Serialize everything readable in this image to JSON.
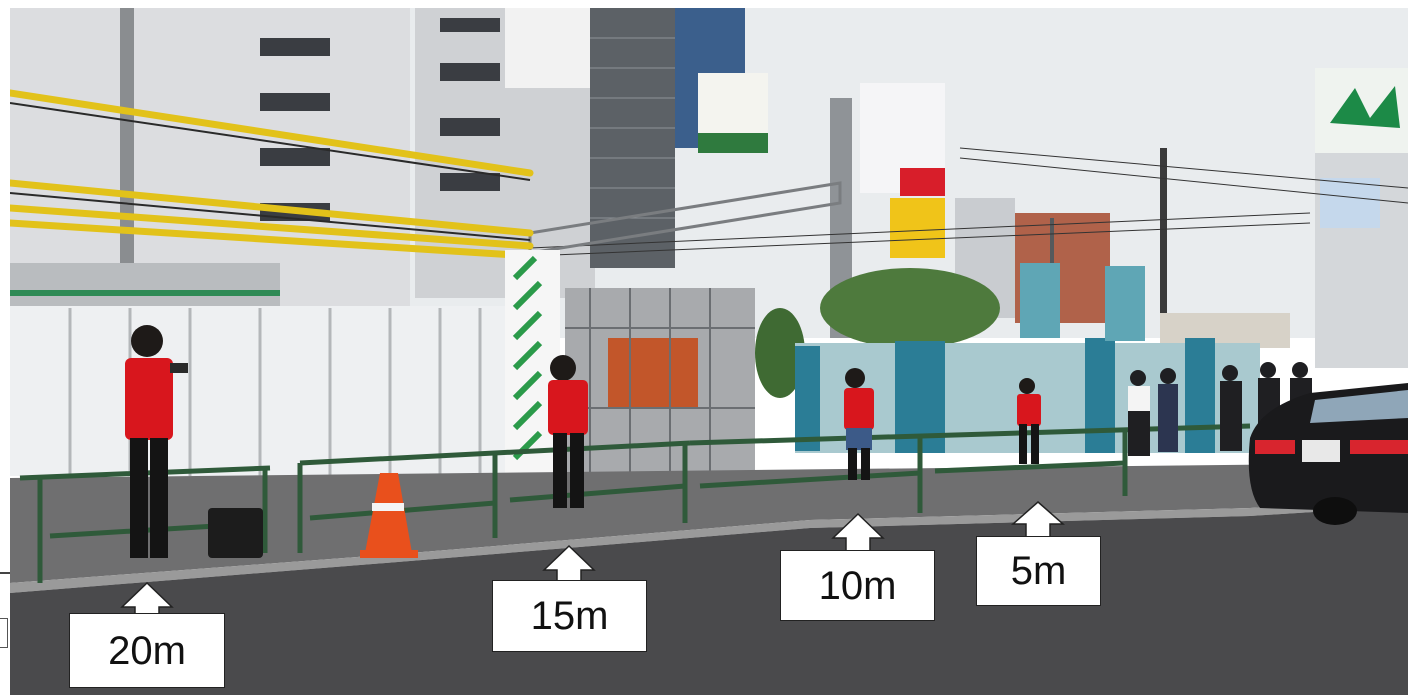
{
  "photo": {
    "subject": "street-scene",
    "colors": {
      "sky": "#e9ecee",
      "road": "#4a4a4c",
      "sidewalk": "#6b6b6b",
      "fence_white": "#eef0f2",
      "fence_teal": "#7fb3be",
      "rail_yellow": "#e2c21a",
      "railing_green": "#2f5a3a",
      "shirt_red": "#d8161d",
      "cone_orange": "#e9501c",
      "taxi_black": "#1a1a1c"
    }
  },
  "markers": [
    {
      "id": "20m",
      "label": "20m"
    },
    {
      "id": "15m",
      "label": "15m"
    },
    {
      "id": "10m",
      "label": "10m"
    },
    {
      "id": "5m",
      "label": "5m"
    }
  ]
}
